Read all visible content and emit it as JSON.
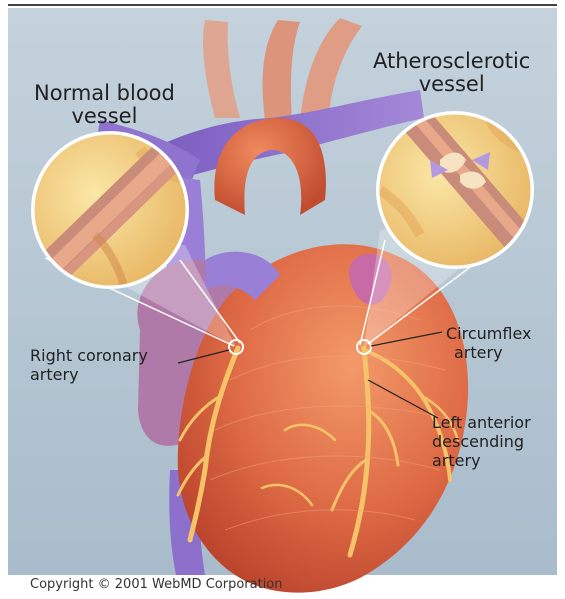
{
  "labels": {
    "normal": [
      "Normal blood",
      "vessel"
    ],
    "athero": [
      "Atherosclerotic",
      "vessel"
    ],
    "right_coronary": [
      "Right coronary",
      "artery"
    ],
    "circumflex": [
      "Circumflex",
      "artery"
    ],
    "lad": [
      "Left anterior",
      "descending",
      "artery"
    ]
  },
  "copyright": "Copyright © 2001 WebMD Corporation",
  "colors": {
    "background": "#b8c8d3",
    "heart": "#dd6a46",
    "vessel": "#8a6cc8",
    "artery_branch": "#f4c36a",
    "inset_fat": "#f1d07a"
  }
}
